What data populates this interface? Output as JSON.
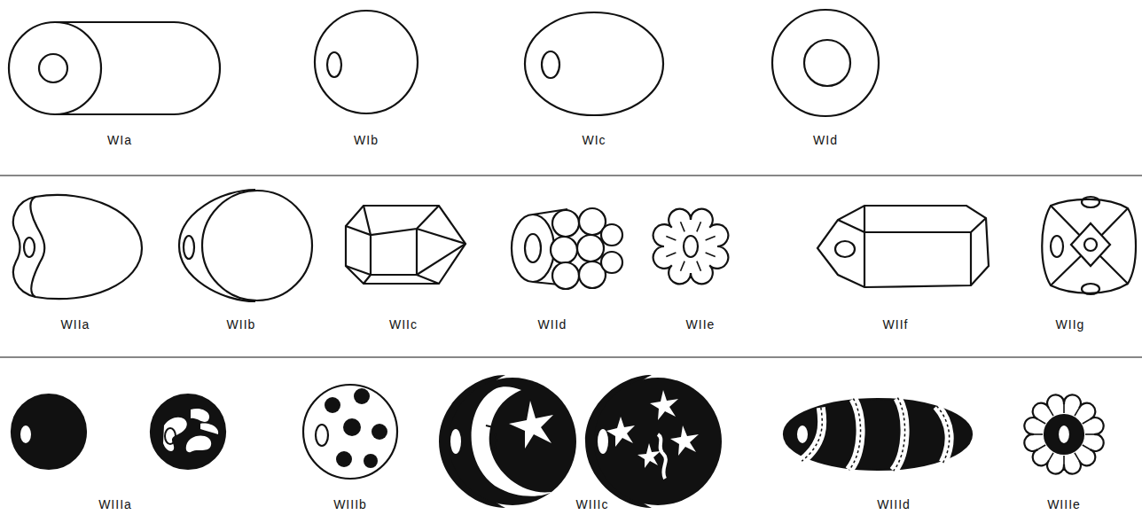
{
  "diagram": {
    "labels": [
      "WIa",
      "WIb",
      "WIc",
      "WId",
      "WIIa",
      "WIIb",
      "WIIc",
      "WIId",
      "WIIe",
      "WIIf",
      "WIIg",
      "WIIIa",
      "WIIIb",
      "WIIIc",
      "WIIId",
      "WIIIe"
    ]
  }
}
